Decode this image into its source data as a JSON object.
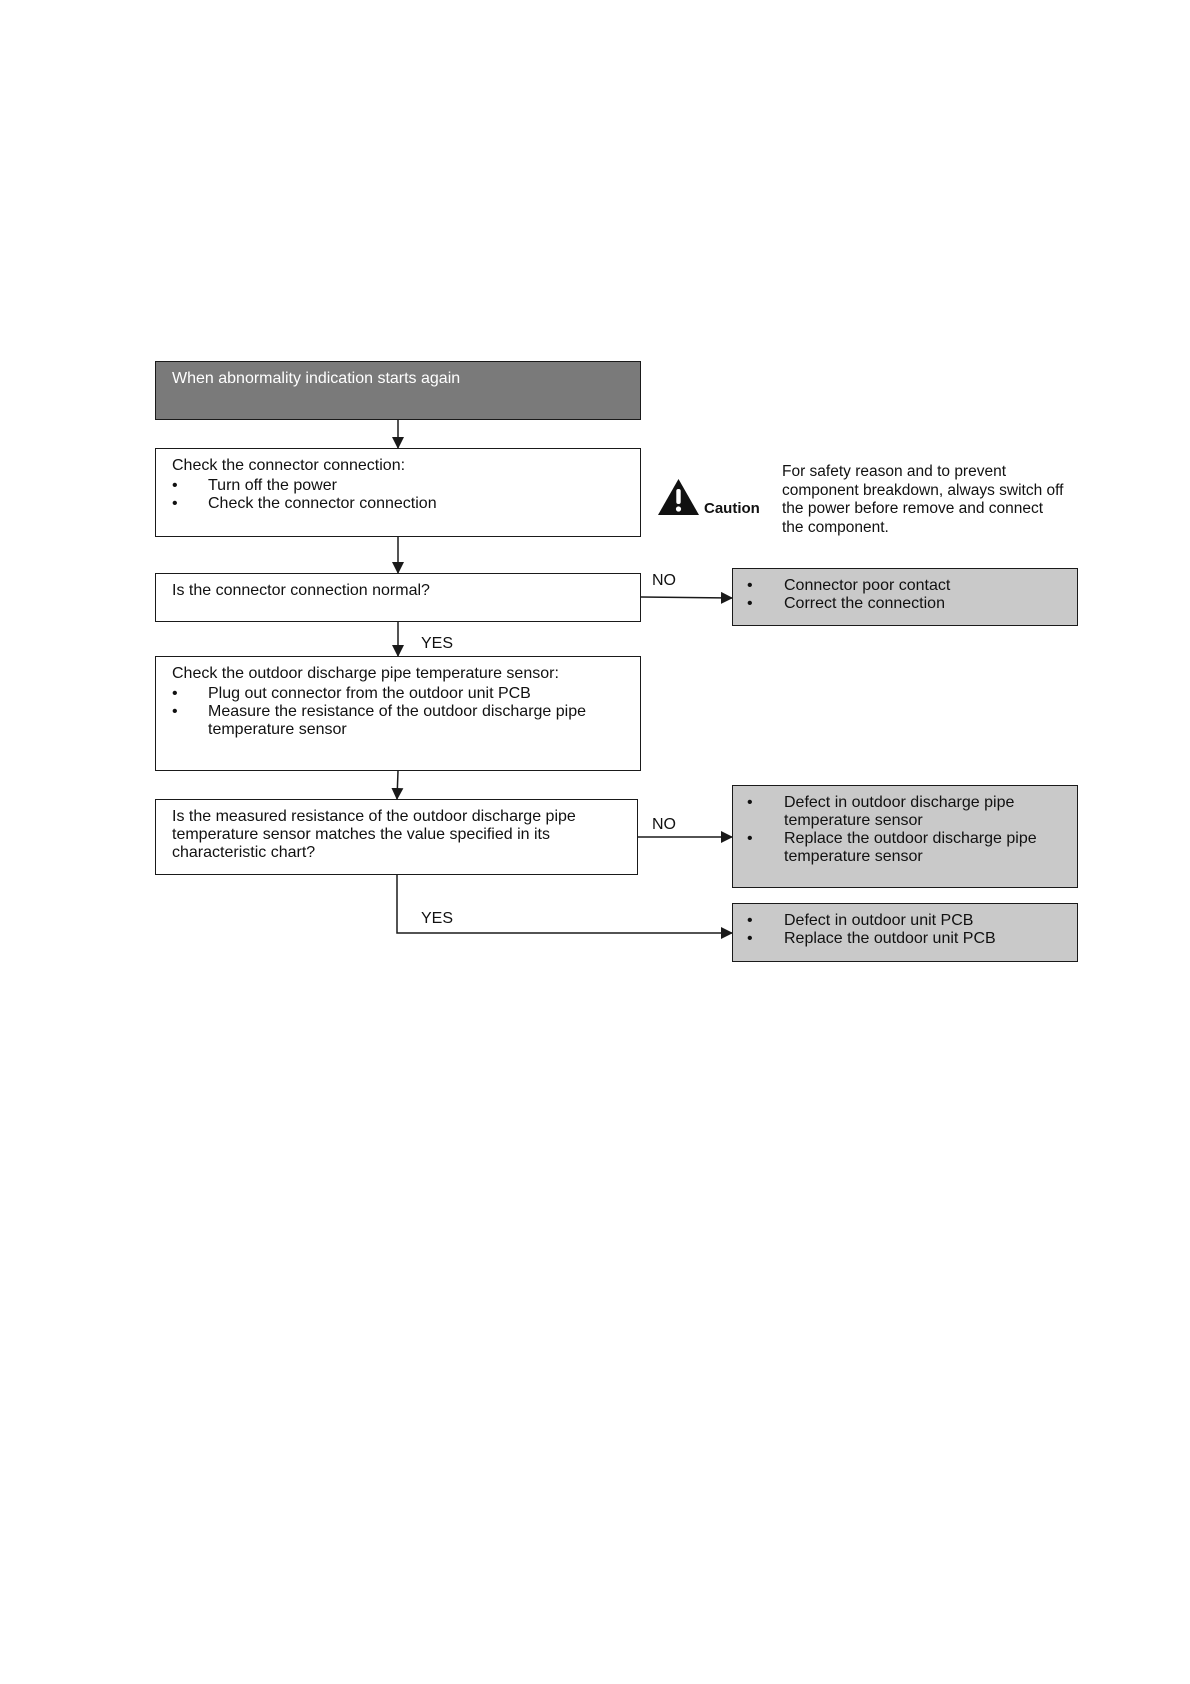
{
  "flow": {
    "start": "When abnormality indication starts again",
    "step1": {
      "title": "Check the connector connection:",
      "items": [
        "Turn off the power",
        "Check the connector connection"
      ]
    },
    "decision1": "Is the connector connection normal?",
    "step2": {
      "title": "Check the outdoor discharge pipe temperature sensor:",
      "items": [
        "Plug out connector from the outdoor unit PCB",
        "Measure the resistance of the outdoor discharge pipe temperature sensor"
      ]
    },
    "decision2": "Is the measured resistance of the outdoor discharge pipe temperature sensor matches the value specified in its characteristic chart?",
    "result1": {
      "items": [
        "Connector poor contact",
        "Correct the connection"
      ]
    },
    "result2": {
      "items": [
        "Defect in outdoor discharge pipe temperature sensor",
        "Replace the outdoor discharge pipe temperature sensor"
      ]
    },
    "result3": {
      "items": [
        "Defect in outdoor unit PCB",
        "Replace the outdoor unit PCB"
      ]
    },
    "labels": {
      "no1": "NO",
      "yes1": "YES",
      "no2": "NO",
      "yes2": "YES"
    }
  },
  "caution": {
    "label": "Caution",
    "icon": "warning-triangle-icon",
    "text": "For safety reason and to prevent component breakdown, always switch off the power before remove and connect the component."
  },
  "colors": {
    "start_fill": "#7a7a7a",
    "result_fill": "#c9c9c9",
    "line": "#1a1a1a"
  }
}
